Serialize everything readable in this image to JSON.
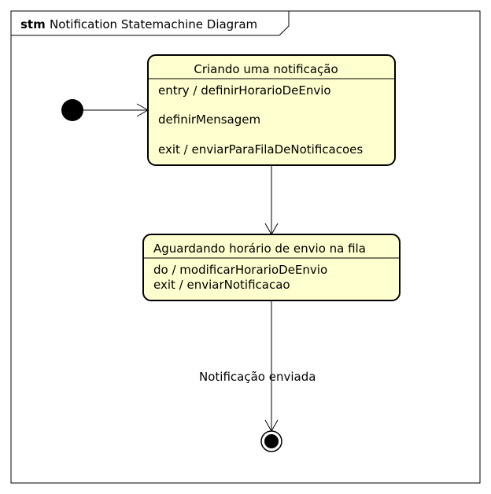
{
  "frame": {
    "keyword": "stm",
    "name": "Notification Statemachine Diagram"
  },
  "states": [
    {
      "title": "Criando uma notificação",
      "activities": [
        "entry / definirHorarioDeEnvio",
        "definirMensagem",
        "exit / enviarParaFilaDeNotificacoes"
      ]
    },
    {
      "title": "Aguardando horário de envio na fila",
      "activities": [
        "do / modificarHorarioDeEnvio",
        "exit / enviarNotificacao"
      ]
    }
  ],
  "transitions": {
    "to_final_label": "Notificação enviada"
  },
  "colors": {
    "state_fill": "#FEFECE",
    "stroke": "#000000",
    "background": "#FFFFFF"
  }
}
